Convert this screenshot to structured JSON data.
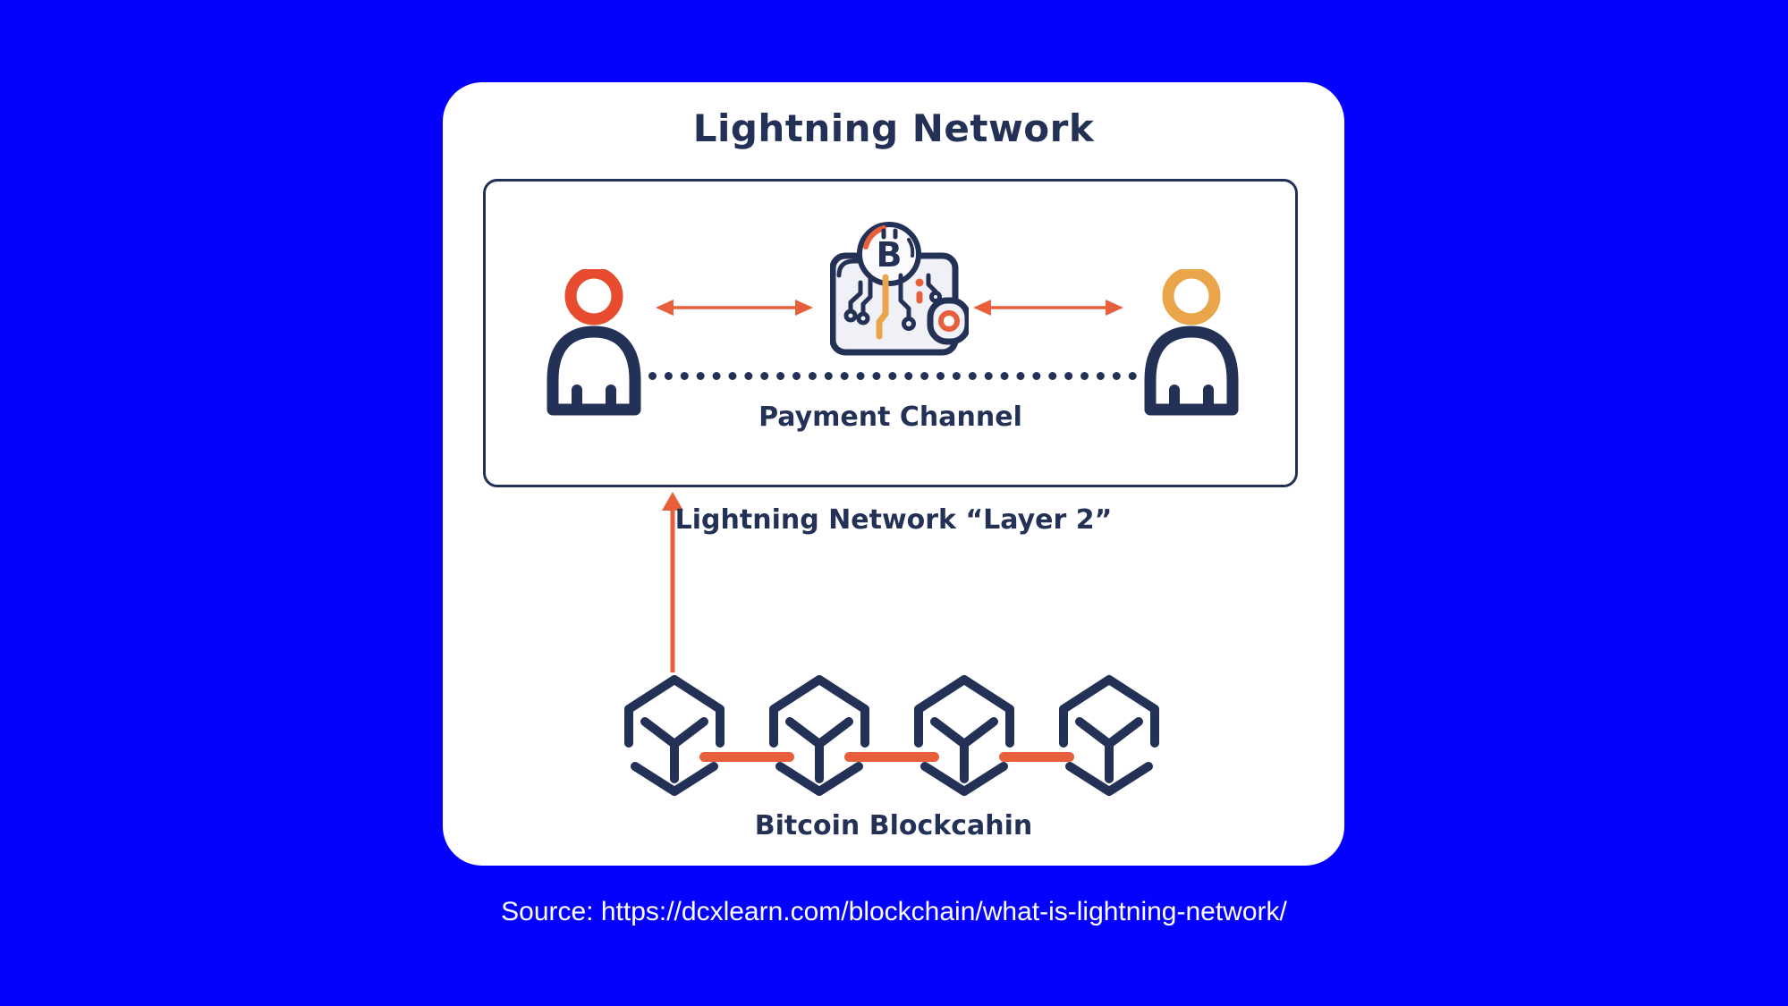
{
  "title": "Lightning Network",
  "payment_channel": {
    "label": "Payment Channel"
  },
  "layer2": {
    "label": "Lightning Network “Layer 2”"
  },
  "blockchain": {
    "label": "Bitcoin Blockcahin",
    "blocks": 4
  },
  "source": {
    "label": "Source: https://dcxlearn.com/blockchain/what-is-lightning-network/"
  },
  "colors": {
    "background": "#0402fc",
    "card": "#ffffff",
    "navy": "#243156",
    "orange": "#e85f3c",
    "red": "#e84c2e",
    "amber": "#eaa54b",
    "wallet_fill": "#f0f0f7"
  }
}
